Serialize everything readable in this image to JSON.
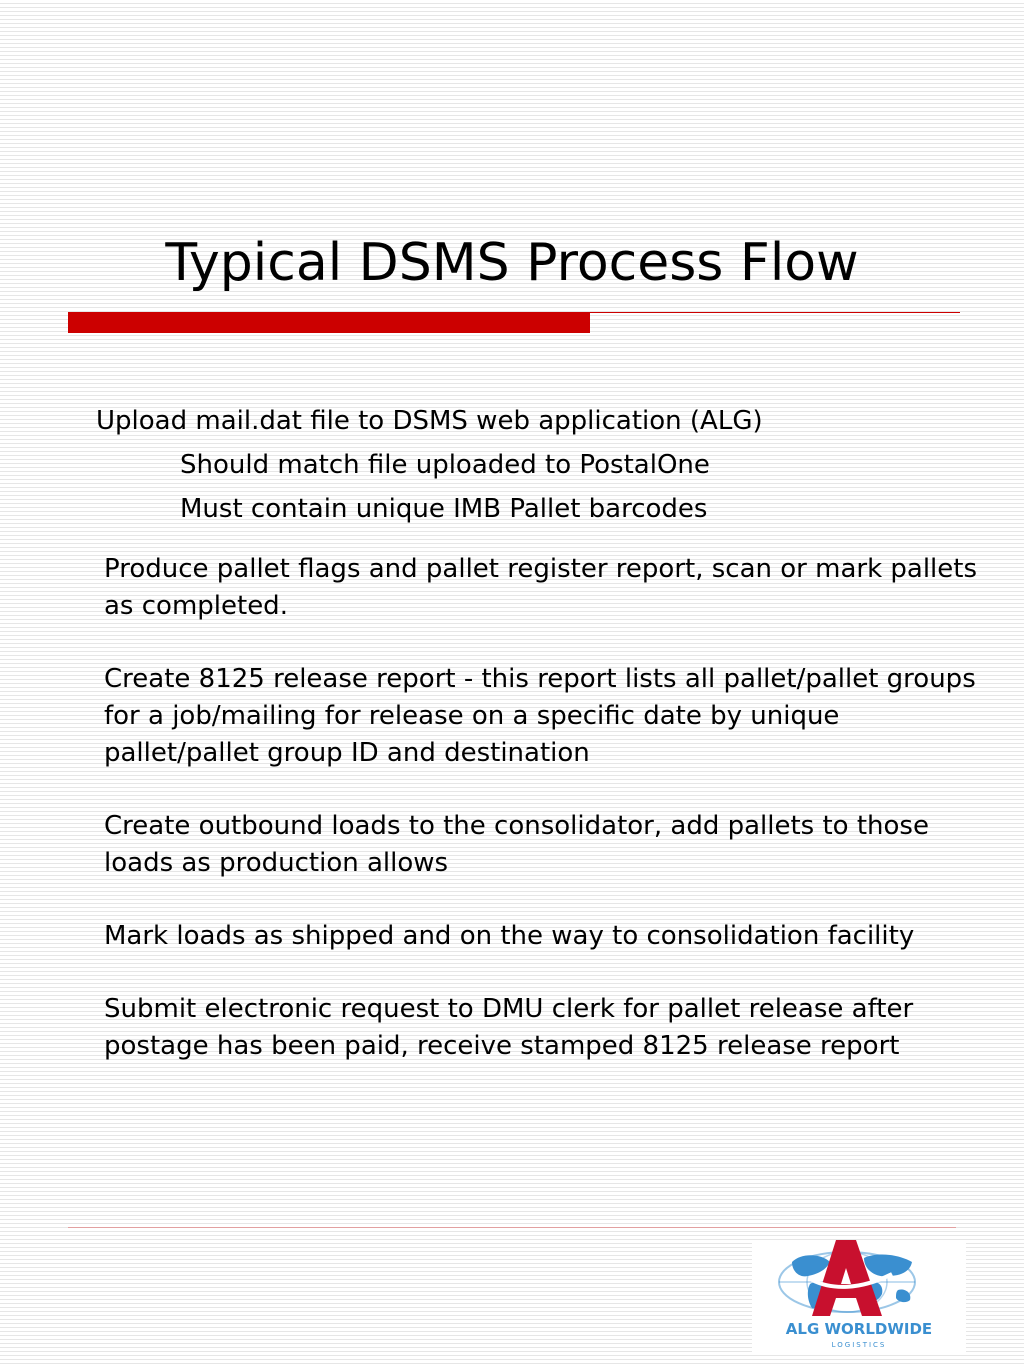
{
  "slide": {
    "title": "Typical DSMS Process Flow"
  },
  "upload": {
    "heading": "Upload mail.dat file to DSMS web application (ALG)",
    "sub_items": [
      "Should match file uploaded to PostalOne",
      "Must contain unique IMB Pallet barcodes"
    ]
  },
  "steps": [
    "Produce pallet flags and pallet register report, scan or mark pallets as completed.",
    "Create 8125 release report - this report lists all pallet/pallet groups for a job/mailing for release on a specific date by unique pallet/pallet group ID and destination",
    "Create outbound loads to the consolidator, add pallets to those loads as production allows",
    "Mark loads as shipped and on the way to consolidation facility",
    "Submit electronic request to DMU clerk for pallet release after postage has been paid, receive stamped 8125 release report"
  ],
  "logo": {
    "name": "ALG WORLDWIDE",
    "tagline": "LOGISTICS"
  },
  "colors": {
    "accent_red": "#cc0000",
    "logo_blue": "#3a8fd0",
    "logo_red": "#c8102e"
  }
}
